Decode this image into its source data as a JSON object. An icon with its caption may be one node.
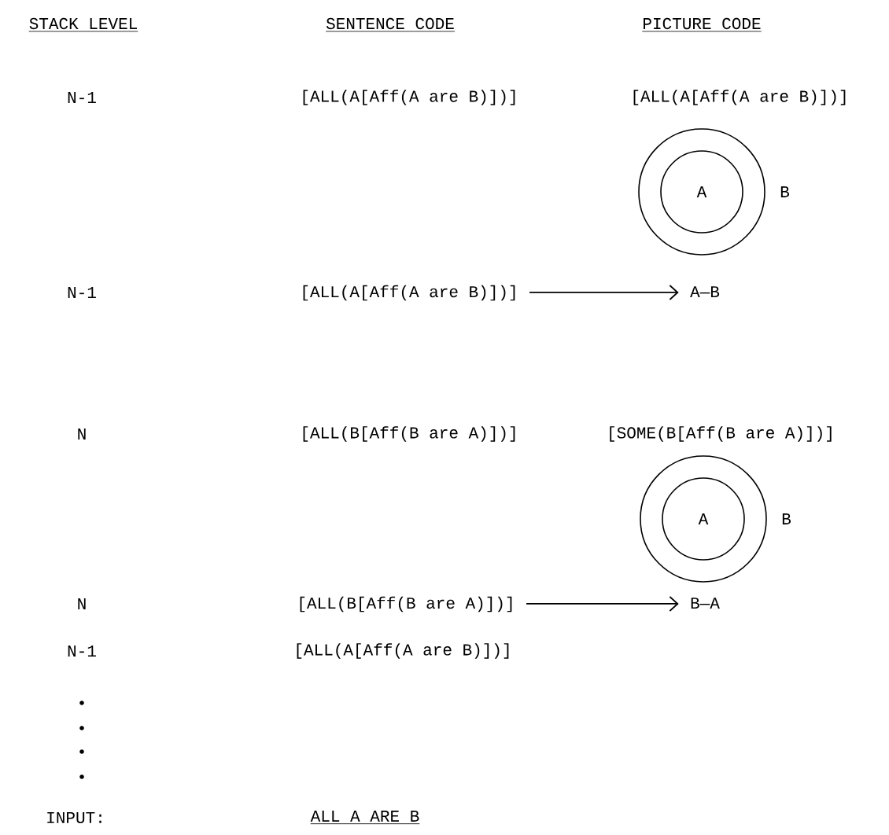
{
  "diagram": {
    "nodes": [
      {
        "text": [
          "B"
        ]
      },
      {
        "text": [
          "A"
        ],
        "in": 0
      },
      {
        "text": [
          "[ALL(A[Aff(A are B)])]"
        ]
      },
      {
        "text": [
          "A—B"
        ]
      },
      {
        "text": [
          "B"
        ]
      },
      {
        "text": [
          "A"
        ],
        "in": 4
      },
      {
        "text": [
          "[ALL(B[Aff(B are A)])]"
        ]
      },
      {
        "text": [
          "B—A"
        ]
      }
    ],
    "edges": [
      {
        "from": 2,
        "to": 3,
        "arrow": "to"
      },
      {
        "from": 6,
        "to": 7,
        "arrow": "to"
      }
    ],
    "labels": [
      "STACK LEVEL",
      "SENTENCE CODE",
      "PICTURE CODE",
      "N-1",
      "[ALL(A[Aff(A are B)])]",
      "[ALL(A[Aff(A are B)])]",
      "N-1",
      "N",
      "[ALL(B[Aff(B are A)])]",
      "[SOME(B[Aff(B are A)])]",
      "N",
      "N-1",
      "[ALL(A[Aff(A are B)])]",
      "INPUT:",
      "ALL A ARE B"
    ]
  }
}
